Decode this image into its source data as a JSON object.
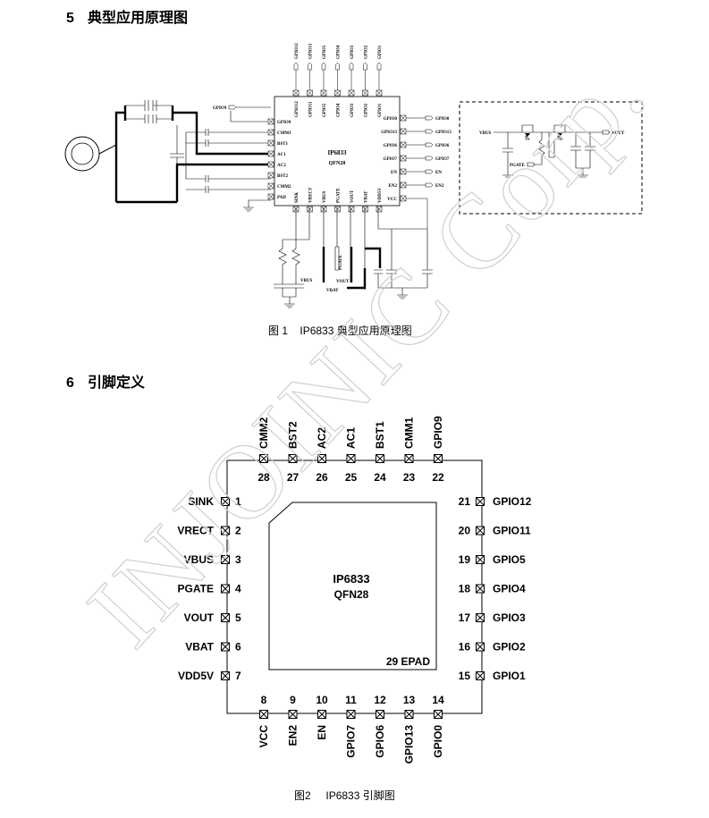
{
  "section5": {
    "num": "5",
    "title": "典型应用原理图"
  },
  "section6": {
    "num": "6",
    "title": "引脚定义"
  },
  "fig1": {
    "label": "图 1",
    "title": "IP6833  典型应用原理图"
  },
  "fig2": {
    "label": "图2",
    "title": "IP6833  引脚图"
  },
  "watermark": "INJOINIC Corp.",
  "schematic": {
    "chip_name": "IP6833",
    "package": "QFN28",
    "top_pins": [
      "GPIO12",
      "GPIO11",
      "GPIO5",
      "GPIO4",
      "GPIO3",
      "GPIO2",
      "GPIO1"
    ],
    "top_pins_inner": [
      "GPIO12",
      "GPIO11",
      "GPIO5",
      "GPIO4",
      "GPIO3",
      "GPIO2",
      "GPIO1"
    ],
    "left_pins": [
      "GPIO9",
      "CMM1",
      "BST1",
      "AC1",
      "AC2",
      "BST2",
      "CMM2",
      "PAD"
    ],
    "gpio9_ext": "GPIO9",
    "right_pins": [
      "GPIO0",
      "GPIO13",
      "GPIO6",
      "GPIO7",
      "EN",
      "EN2",
      "VCC"
    ],
    "right_ext": [
      "GPIO0",
      "GPIO13",
      "GPIO6",
      "GPIO7",
      "EN",
      "EN2"
    ],
    "bottom_pins": [
      "SINK",
      "VRECT",
      "VBUS",
      "PGATE",
      "VOUT",
      "VBAT",
      "VDD5V"
    ],
    "pgate_label": "PGATE",
    "vbus_label": "VBUS",
    "vout_label": "VOUT",
    "vbat_label": "VBAT",
    "inset_vbus": "VBUS",
    "inset_vout": "VOUT",
    "inset_pgate": "PGATE"
  },
  "pinout": {
    "chip_name": "IP6833",
    "package": "QFN28",
    "epad": "29 EPAD",
    "left": [
      {
        "name": "SINK",
        "num": "1"
      },
      {
        "name": "VRECT",
        "num": "2"
      },
      {
        "name": "VBUS",
        "num": "3"
      },
      {
        "name": "PGATE",
        "num": "4"
      },
      {
        "name": "VOUT",
        "num": "5"
      },
      {
        "name": "VBAT",
        "num": "6"
      },
      {
        "name": "VDD5V",
        "num": "7"
      }
    ],
    "bottom": [
      {
        "name": "VCC",
        "num": "8"
      },
      {
        "name": "EN2",
        "num": "9"
      },
      {
        "name": "EN",
        "num": "10"
      },
      {
        "name": "GPIO7",
        "num": "11"
      },
      {
        "name": "GPIO6",
        "num": "12"
      },
      {
        "name": "GPIO13",
        "num": "13"
      },
      {
        "name": "GPIO0",
        "num": "14"
      }
    ],
    "right": [
      {
        "name": "GPIO1",
        "num": "15"
      },
      {
        "name": "GPIO2",
        "num": "16"
      },
      {
        "name": "GPIO3",
        "num": "17"
      },
      {
        "name": "GPIO4",
        "num": "18"
      },
      {
        "name": "GPIO5",
        "num": "19"
      },
      {
        "name": "GPIO11",
        "num": "20"
      },
      {
        "name": "GPIO12",
        "num": "21"
      }
    ],
    "top": [
      {
        "name": "GPIO9",
        "num": "22"
      },
      {
        "name": "CMM1",
        "num": "23"
      },
      {
        "name": "BST1",
        "num": "24"
      },
      {
        "name": "AC1",
        "num": "25"
      },
      {
        "name": "AC2",
        "num": "26"
      },
      {
        "name": "BST2",
        "num": "27"
      },
      {
        "name": "CMM2",
        "num": "28"
      }
    ]
  }
}
